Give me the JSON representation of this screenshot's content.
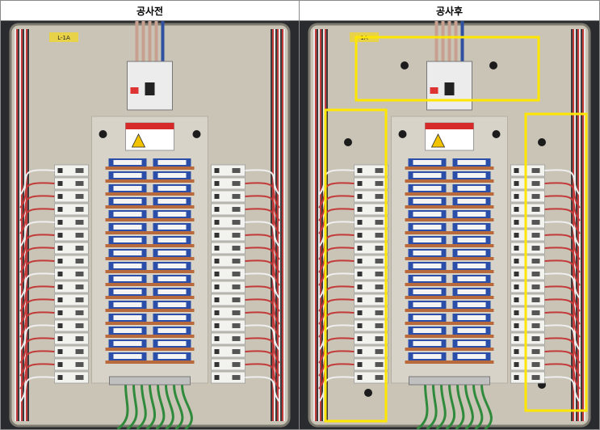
{
  "headers": {
    "before": "공사전",
    "after": "공사후"
  },
  "panel_labels": {
    "before_tag": "L-1A",
    "after_tag": "1A"
  },
  "colors": {
    "highlight": "#ffe600",
    "panel_back": "#c9c4b6",
    "breaker_white": "#f2f2ef",
    "label_blue": "#2b4fa8",
    "wire_red": "#c23a3a",
    "wire_green": "#2f8a3c",
    "copper": "#b86a3c"
  }
}
